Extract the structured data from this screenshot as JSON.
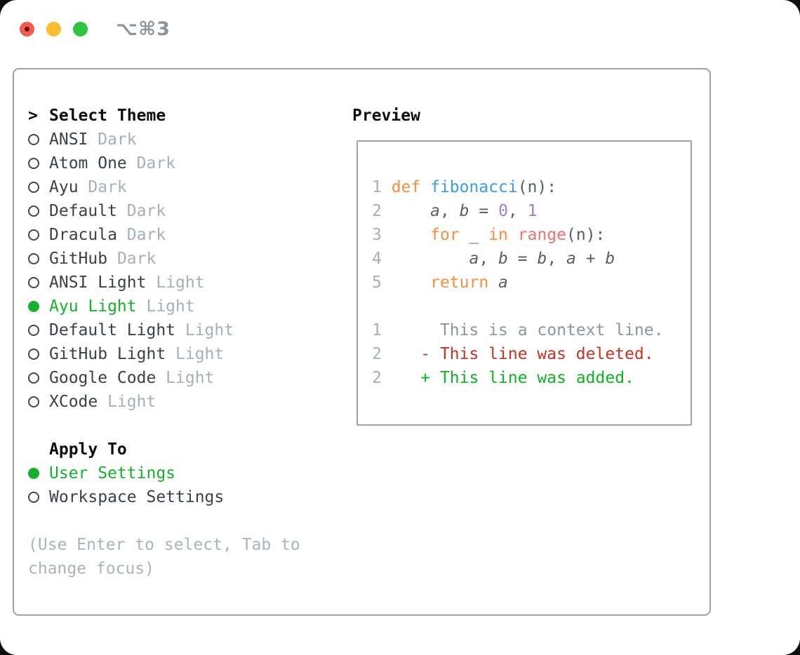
{
  "window": {
    "shortcut": "⌥⌘3"
  },
  "palette": {
    "selection_green": "#14b22b",
    "diff_added_green": "#0db320",
    "diff_deleted_red": "#c93120",
    "keyword_orange": "#fa8d3e",
    "function_blue": "#399ee6",
    "builtin_coral": "#f0716f",
    "number_purple": "#a37acc",
    "code_plain": "#565e66",
    "line_number_gray": "#a6aeb8",
    "border_gray": "#9aa3ae",
    "traffic_red": "#f25a4e",
    "traffic_yellow": "#fbbd2d",
    "traffic_green": "#2ec53e"
  },
  "theme_panel": {
    "prompt": ">",
    "header": "Select Theme",
    "items": [
      {
        "name": "ANSI",
        "variant": "Dark",
        "selected": false
      },
      {
        "name": "Atom One",
        "variant": "Dark",
        "selected": false
      },
      {
        "name": "Ayu",
        "variant": "Dark",
        "selected": false
      },
      {
        "name": "Default",
        "variant": "Dark",
        "selected": false
      },
      {
        "name": "Dracula",
        "variant": "Dark",
        "selected": false
      },
      {
        "name": "GitHub",
        "variant": "Dark",
        "selected": false
      },
      {
        "name": "ANSI Light",
        "variant": "Light",
        "selected": false
      },
      {
        "name": "Ayu Light",
        "variant": "Light",
        "selected": true
      },
      {
        "name": "Default Light",
        "variant": "Light",
        "selected": false
      },
      {
        "name": "GitHub Light",
        "variant": "Light",
        "selected": false
      },
      {
        "name": "Google Code",
        "variant": "Light",
        "selected": false
      },
      {
        "name": "XCode",
        "variant": "Light",
        "selected": false
      }
    ]
  },
  "apply_panel": {
    "header": "Apply To",
    "items": [
      {
        "name": "User Settings",
        "selected": true
      },
      {
        "name": "Workspace Settings",
        "selected": false
      }
    ]
  },
  "hints": [
    "(Use Enter to select, Tab to",
    "change focus)"
  ],
  "preview": {
    "header": "Preview",
    "code_lines": [
      {
        "tokens": [
          {
            "t": "1 ",
            "c": "ln"
          },
          {
            "t": "def ",
            "c": "kw"
          },
          {
            "t": "fibonacci",
            "c": "fn"
          },
          {
            "t": "(n):",
            "c": "pl"
          }
        ]
      },
      {
        "tokens": [
          {
            "t": "2 ",
            "c": "ln"
          },
          {
            "t": "    ",
            "c": "pl"
          },
          {
            "t": "a",
            "c": "var"
          },
          {
            "t": ", ",
            "c": "pl"
          },
          {
            "t": "b",
            "c": "var"
          },
          {
            "t": " = ",
            "c": "pl"
          },
          {
            "t": "0",
            "c": "num"
          },
          {
            "t": ", ",
            "c": "pl"
          },
          {
            "t": "1",
            "c": "num"
          }
        ]
      },
      {
        "tokens": [
          {
            "t": "3 ",
            "c": "ln"
          },
          {
            "t": "    ",
            "c": "pl"
          },
          {
            "t": "for",
            "c": "kw"
          },
          {
            "t": " _ ",
            "c": "pl"
          },
          {
            "t": "in",
            "c": "kw"
          },
          {
            "t": " ",
            "c": "pl"
          },
          {
            "t": "range",
            "c": "rg"
          },
          {
            "t": "(n):",
            "c": "pl"
          }
        ]
      },
      {
        "tokens": [
          {
            "t": "4 ",
            "c": "ln"
          },
          {
            "t": "        ",
            "c": "pl"
          },
          {
            "t": "a",
            "c": "var"
          },
          {
            "t": ", ",
            "c": "pl"
          },
          {
            "t": "b",
            "c": "var"
          },
          {
            "t": " = ",
            "c": "pl"
          },
          {
            "t": "b",
            "c": "var"
          },
          {
            "t": ", ",
            "c": "pl"
          },
          {
            "t": "a",
            "c": "var"
          },
          {
            "t": " + ",
            "c": "pl"
          },
          {
            "t": "b",
            "c": "var"
          }
        ]
      },
      {
        "tokens": [
          {
            "t": "5 ",
            "c": "ln"
          },
          {
            "t": "    ",
            "c": "pl"
          },
          {
            "t": "return",
            "c": "kw"
          },
          {
            "t": " ",
            "c": "pl"
          },
          {
            "t": "a",
            "c": "var"
          }
        ]
      },
      {
        "tokens": []
      },
      {
        "tokens": [
          {
            "t": "1 ",
            "c": "ln"
          },
          {
            "t": "     This is a context line.",
            "c": "ctx"
          }
        ]
      },
      {
        "tokens": [
          {
            "t": "2 ",
            "c": "ln"
          },
          {
            "t": "   - This line was deleted.",
            "c": "del"
          }
        ]
      },
      {
        "tokens": [
          {
            "t": "2 ",
            "c": "ln"
          },
          {
            "t": "   + This line was added.",
            "c": "add"
          }
        ]
      }
    ]
  }
}
